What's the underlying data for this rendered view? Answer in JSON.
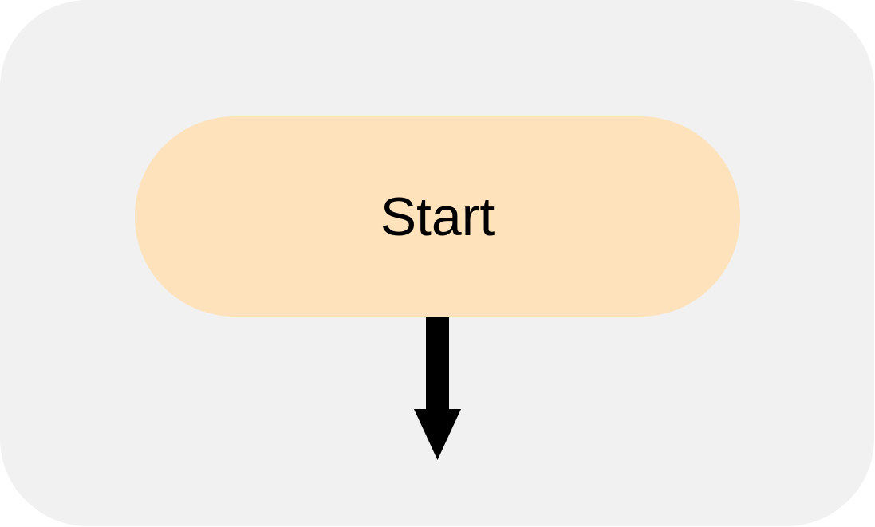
{
  "diagram": {
    "start_node": {
      "label": "Start",
      "fill": "#fde2bc",
      "shape": "terminator"
    },
    "connector": {
      "direction": "down",
      "color": "#000000"
    },
    "background": "#f1f1f1"
  }
}
